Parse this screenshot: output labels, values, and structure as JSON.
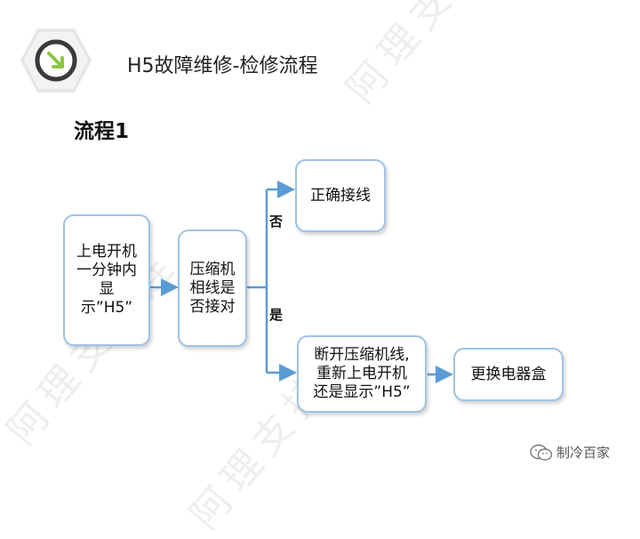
{
  "header": {
    "title": "H5故障维修-检修流程"
  },
  "section": {
    "heading": "流程1"
  },
  "flow": {
    "nodes": {
      "power_on": "上电开机\n一分钟内\n显\n示”H5”",
      "check_wiring": "压缩机\n相线是\n否接对",
      "correct_wiring": "正确接线",
      "disconnect": "断开压缩机线,\n重新上电开机\n还是显示”H5”",
      "replace_box": "更换电器盒"
    },
    "labels": {
      "no": "否",
      "yes": "是"
    }
  },
  "watermark": {
    "text": "阿理支持连"
  },
  "footer": {
    "brand": "制冷百家"
  },
  "colors": {
    "node_border": "#9dc3e6",
    "arrow": "#5b9bd5",
    "icon_ring": "#3a3a3a",
    "icon_arrow": "#8dc63f"
  }
}
